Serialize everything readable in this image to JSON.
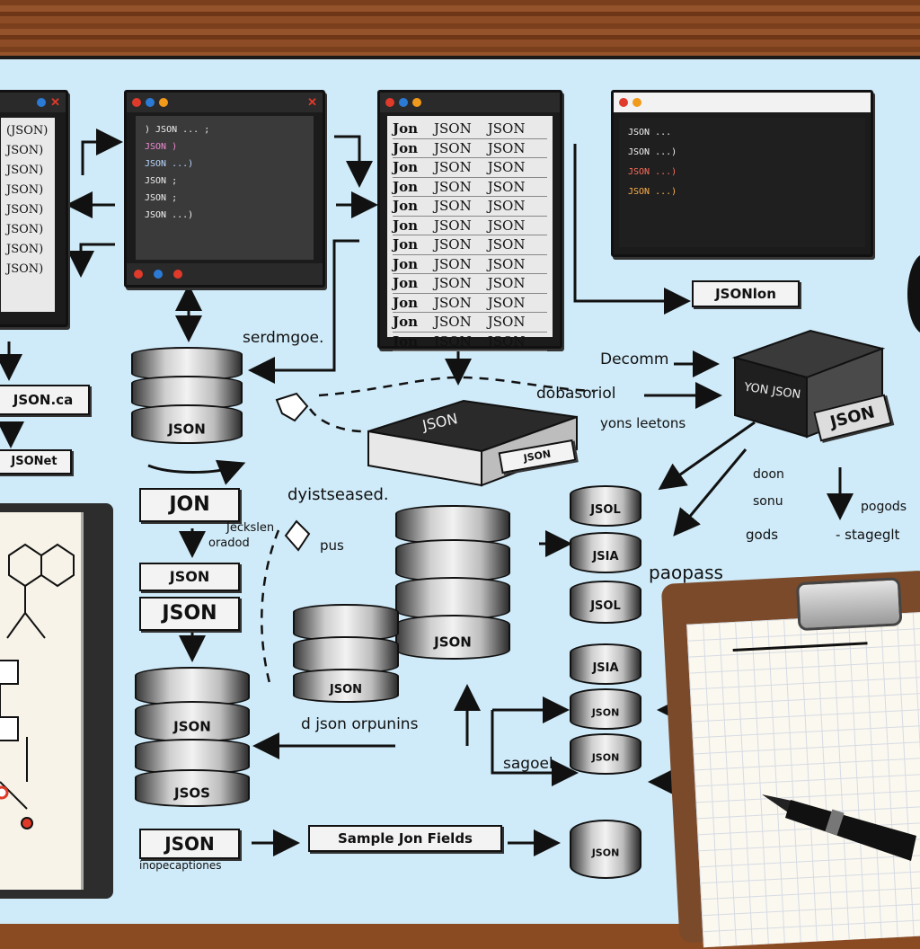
{
  "windows": {
    "left_list": [
      "(JSON)",
      "JSON)",
      "JSON)",
      "JSON)",
      "JSON)",
      "JSON)",
      "JSON)",
      "JSON)"
    ],
    "code_lines": [
      ")  JSON  ... ;",
      "JSON )",
      "JSON  ...)",
      "JSON ;",
      "JSON ;",
      "JSON ...)"
    ],
    "table_rows": [
      [
        "Jon",
        "JSON",
        "JSON"
      ],
      [
        "Jon",
        "JSON",
        "JSON"
      ],
      [
        "Jon",
        "JSON",
        "JSON"
      ],
      [
        "Jon",
        "JSON",
        "JSON"
      ],
      [
        "Jon",
        "JSON",
        "JSON"
      ],
      [
        "Jon",
        "JSON",
        "JSON"
      ],
      [
        "Jon",
        "JSON",
        "JSON"
      ],
      [
        "Jon",
        "JSON",
        "JSON"
      ],
      [
        "Jon",
        "JSON",
        "JSON"
      ],
      [
        "Jon",
        "JSON",
        "JSON"
      ],
      [
        "Jon",
        "JSON",
        "JSON"
      ],
      [
        "Jon",
        "JSON",
        "JSON"
      ]
    ],
    "right_code": [
      "JSON  ...",
      "JSON ...)",
      "JSON ...)",
      "JSON ...)"
    ]
  },
  "labels": {
    "jsonca": "JSON.ca",
    "jsonet": "JSONet",
    "jon": "JON",
    "jsson": "JSON",
    "json_mid": "JSON",
    "json_bottom": "JSON",
    "sample": "Sample Jon Fields",
    "jsonlon": "JSONlon",
    "json_small": "JSON"
  },
  "notes": {
    "serdmgoe": "serdmgoe.",
    "decomm": "Decomm",
    "dobasoriol": "dobasoriol",
    "yons_leetons": "yons leetons",
    "dyistseased": "dyistseased.",
    "jeckslen": "Jeckslen",
    "oradod": "oradod",
    "pus": "pus",
    "paopass": "paopass",
    "doon": "doon",
    "sonu": "sonu",
    "pogods": "pogods",
    "gods": "gods",
    "stageglt": "- stageglt",
    "djson_orpunins": "d json orpunins",
    "sagoel": "sagoel.",
    "inopecaptiones": "inopecaptiones"
  },
  "cylinders": {
    "c1": "JSON",
    "c2": "JSON",
    "c3": "JSOS",
    "c4": "JSON",
    "c5": "JSON",
    "r1": "JSOL",
    "r2": "JSIA",
    "r3": "JSOL",
    "r4": "JSIA",
    "r5": "JSON",
    "r6": "JSON",
    "r7": "JSON"
  },
  "boxes": {
    "json_box": "JSON",
    "json_box_side": "JSON",
    "yon_json": "YON JSON",
    "json_tag": "JSON"
  },
  "colors": {
    "board": "#cfeaf8",
    "ink": "#111111",
    "red_dot": "#e03a2a",
    "orange_dot": "#f29a1b",
    "blue_dot": "#2b7bd6"
  }
}
